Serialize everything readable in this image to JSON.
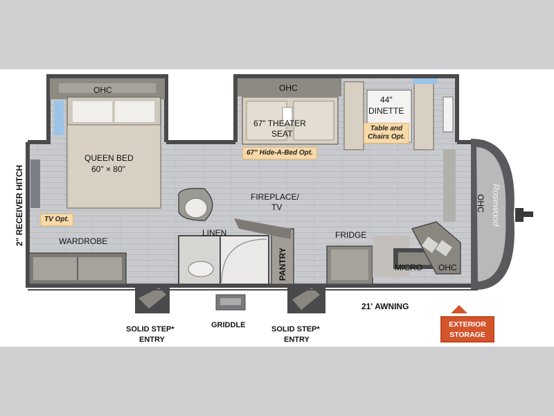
{
  "labels": {
    "ohc_bedroom": "OHC",
    "ohc_slide": "OHC",
    "ohc_front": "OHC",
    "ohc_kitchen": "OHC",
    "queen_bed": "QUEEN BED",
    "queen_bed_size": "60\" × 80\"",
    "theater_seat_1": "67\" THEATER",
    "theater_seat_2": "SEAT",
    "dinette_size": "44\"",
    "dinette": "DINETTE",
    "fireplace_1": "FIREPLACE/",
    "fireplace_2": "TV",
    "linen": "LINEN",
    "fridge": "FRIDGE",
    "pantry": "PANTRY",
    "micro": "MICRO",
    "wardrobe": "WARDROBE",
    "receiver_hitch": "2\" RECEIVER HITCH",
    "awning": "21' AWNING",
    "griddle": "GRIDDLE",
    "step_entry_1a": "SOLID STEP*",
    "step_entry_1b": "ENTRY",
    "step_entry_2a": "SOLID STEP*",
    "step_entry_2b": "ENTRY"
  },
  "options": {
    "tv": "TV Opt.",
    "hide_a_bed": "67\" Hide-A-Bed Opt.",
    "table_chairs_1": "Table and",
    "table_chairs_2": "Chairs Opt."
  },
  "exterior_storage": {
    "line1": "EXTERIOR",
    "line2": "STORAGE",
    "color": "#d4542b"
  },
  "brand": {
    "script": "Rosewood"
  },
  "colors": {
    "floor": "#c9cacd",
    "wall": "#4a4a4c",
    "cabinet": "#8a8780",
    "furniture": "#d8d0c2",
    "option_tag": "#f8d9a8"
  }
}
